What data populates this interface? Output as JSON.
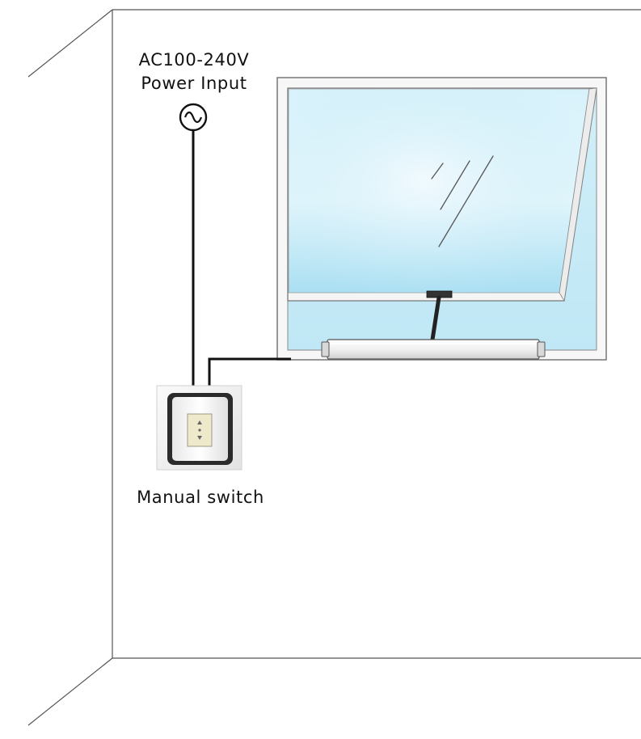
{
  "labels": {
    "power_line1": "AC100-240V",
    "power_line2": "Power Input",
    "switch": "Manual switch"
  },
  "colors": {
    "glass_top": "#ddf3fb",
    "glass_bottom": "#ace0f3",
    "frame": "#f6f6f6",
    "frame_stroke": "#7c7c7c",
    "wire": "#111111",
    "wall_line": "#555555",
    "switch_plate": "#f1f1f1",
    "switch_rocker": "#f0ebd0",
    "actuator_body": "#f3f3f3"
  },
  "icons": {
    "power_symbol": "ac-sine-icon",
    "switch_arrows": "up-down-arrows-icon"
  }
}
